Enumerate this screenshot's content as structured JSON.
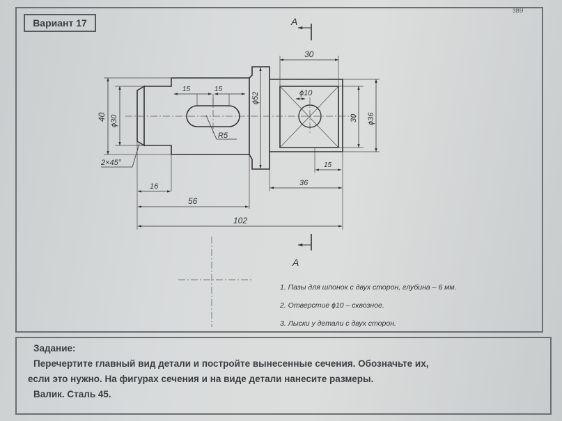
{
  "header": {
    "variant_label": "Вариант 17",
    "corner_mark": "зв9"
  },
  "section_label": "A",
  "dimensions": {
    "d30_top": "30",
    "d15_left": "15",
    "d15_right": "15",
    "d40": "40",
    "phi30": "ϕ30",
    "phi52": "ϕ52",
    "phi10": "ϕ10",
    "d30_side": "30",
    "phi36": "ϕ36",
    "r5": "R5",
    "chamfer": "2×45°",
    "d15_bottom": "15",
    "d16": "16",
    "d36": "36",
    "d56": "56",
    "d102": "102"
  },
  "notes": [
    "1. Пазы для шпонок с двух сторон, глубина – 6 мм.",
    "2. Отверстие ϕ10 – сквозное.",
    "3. Лыски у детали с двух сторон."
  ],
  "task": {
    "title": "Задание:",
    "line1": "Перечертите главный вид детали и постройте вынесенные сечения. Обозначьте их,",
    "line2": "если это нужно. На фигурах  сечения и на виде детали нанесите размеры.",
    "line3": "Валик. Сталь 45."
  }
}
